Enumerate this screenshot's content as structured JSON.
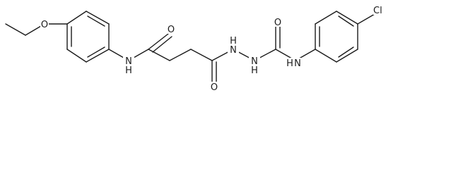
{
  "structure": {
    "atoms": {
      "O_ethoxy": "O",
      "N_amide": "N",
      "H_amide": "H",
      "O_amide": "O",
      "O_hydrazide": "O",
      "N_hydrazide_1": "N",
      "H_hydrazide_1": "H",
      "N_hydrazide_2": "N",
      "H_hydrazide_2": "H",
      "O_urea": "O",
      "N_urea": "N",
      "H_urea": "H",
      "Cl_substituent": "Cl"
    }
  }
}
